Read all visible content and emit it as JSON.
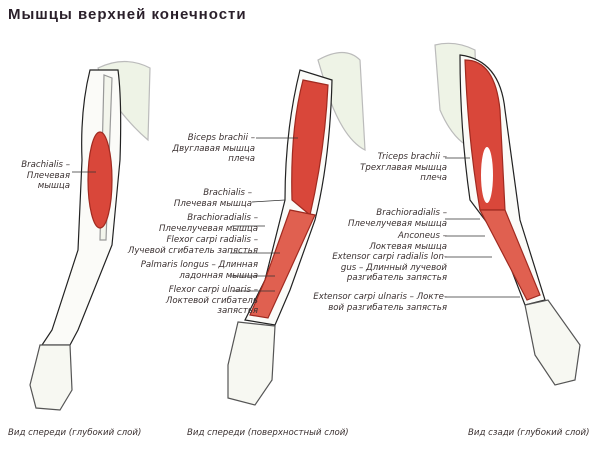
{
  "title": "Мышцы верхней конечности",
  "colors": {
    "muscle": "#d9473a",
    "bone": "#f3f5ec",
    "outline": "#222222"
  },
  "views": [
    {
      "caption": "Вид спереди (глубокий слой)",
      "labels": [
        {
          "latin": "Brachialis –",
          "russian": "Плечевая мышца"
        }
      ]
    },
    {
      "caption": "Вид спереди (поверхностный слой)",
      "labels": [
        {
          "latin": "Biceps brachii –",
          "russian": "Двуглавая мышца плеча"
        },
        {
          "latin": "Brachialis –",
          "russian": "Плечевая мышца"
        },
        {
          "latin": "Brachioradialis –",
          "russian": "Плечелучевая мышца"
        },
        {
          "latin": "Flexor carpi radialis –",
          "russian": "Лучевой сгибатель запястья"
        },
        {
          "latin": "Palmaris longus – Длинная",
          "russian": "ладонная мышца"
        },
        {
          "latin": "Flexor carpi ulnaris –",
          "russian": "Локтевой сгибатель запястья"
        }
      ]
    },
    {
      "caption": "Вид сзади (глубокий слой)",
      "labels": [
        {
          "latin": "Triceps brachii –",
          "russian": "Трехглавая мышца плеча"
        },
        {
          "latin": "Brachioradialis –",
          "russian": "Плечелучевая мышца"
        },
        {
          "latin": "Anconeus –",
          "russian": "Локтевая мышца"
        },
        {
          "latin": "Extensor carpi radialis lon-",
          "russian": "gus – Длинный лучевой разгибатель запястья"
        },
        {
          "latin": "Extensor carpi ulnaris – Локте-",
          "russian": "вой разгибатель запястья"
        }
      ]
    }
  ]
}
